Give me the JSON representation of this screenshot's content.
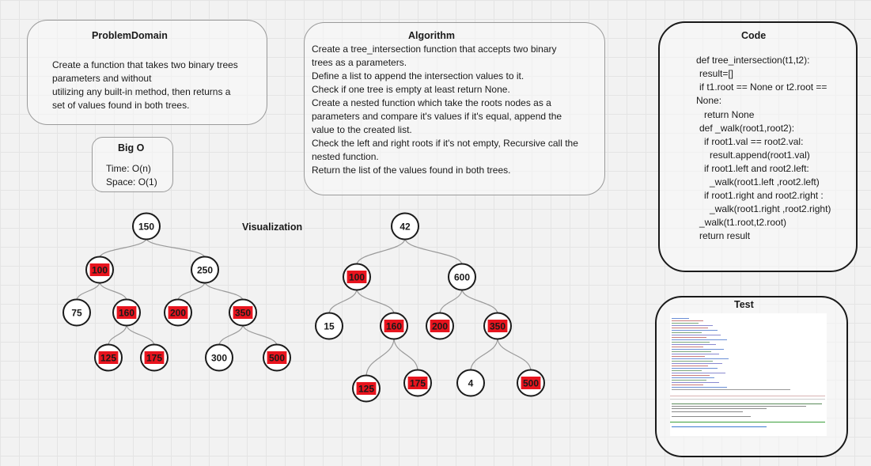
{
  "problem_domain": {
    "title": "ProblemDomain",
    "lines": [
      "Create a function that takes two binary trees",
      "parameters and without",
      "utilizing any built-in method, then returns a",
      "set of values found in both trees."
    ]
  },
  "big_o": {
    "title": "Big O",
    "time": "Time: O(n)",
    "space": "Space: O(1)"
  },
  "algorithm": {
    "title": "Algorithm",
    "lines": [
      "Create a tree_intersection function that accepts two binary",
      "trees as a parameters.",
      "Define a list to append the intersection values to it.",
      "Check if one tree is empty at least return None.",
      "Create a nested function which take the roots nodes as a",
      "parameters and compare it's values if it's equal, append the",
      "value to the created list.",
      "Check the left and right roots if it's not empty, Recursive call the",
      "nested function.",
      "Return the list of the values found in both trees."
    ]
  },
  "code": {
    "title": "Code",
    "lines": [
      "def tree_intersection(t1,t2):",
      "  result=[]",
      "  if t1.root == None or t2.root ==",
      "None:",
      "    return None",
      "  def _walk(root1,root2):",
      "    if root1.val == root2.val:",
      "      result.append(root1.val)",
      "    if root1.left and root2.left:",
      "      _walk(root1.left ,root2.left)",
      "    if root1.right and root2.right :",
      "      _walk(root1.right ,root2.right)",
      "  _walk(t1.root,t2.root)",
      "  return result"
    ]
  },
  "test": {
    "title": "Test"
  },
  "visualization": {
    "label": "Visualization",
    "highlight_color": "#e8141e",
    "tree1": {
      "nodes": [
        {
          "id": "150",
          "label": "150",
          "highlight": false
        },
        {
          "id": "100",
          "label": "100",
          "highlight": true
        },
        {
          "id": "250",
          "label": "250",
          "highlight": false
        },
        {
          "id": "75",
          "label": "75",
          "highlight": false
        },
        {
          "id": "160",
          "label": "160",
          "highlight": true
        },
        {
          "id": "200",
          "label": "200",
          "highlight": true
        },
        {
          "id": "350",
          "label": "350",
          "highlight": true
        },
        {
          "id": "125",
          "label": "125",
          "highlight": true
        },
        {
          "id": "175",
          "label": "175",
          "highlight": true
        },
        {
          "id": "300",
          "label": "300",
          "highlight": false
        },
        {
          "id": "500",
          "label": "500",
          "highlight": true
        }
      ],
      "edges": [
        [
          "150",
          "100"
        ],
        [
          "150",
          "250"
        ],
        [
          "100",
          "75"
        ],
        [
          "100",
          "160"
        ],
        [
          "250",
          "200"
        ],
        [
          "250",
          "350"
        ],
        [
          "160",
          "125"
        ],
        [
          "160",
          "175"
        ],
        [
          "350",
          "300"
        ],
        [
          "350",
          "500"
        ]
      ]
    },
    "tree2": {
      "nodes": [
        {
          "id": "42",
          "label": "42",
          "highlight": false
        },
        {
          "id": "100",
          "label": "100",
          "highlight": true
        },
        {
          "id": "600",
          "label": "600",
          "highlight": false
        },
        {
          "id": "15",
          "label": "15",
          "highlight": false
        },
        {
          "id": "160",
          "label": "160",
          "highlight": true
        },
        {
          "id": "200",
          "label": "200",
          "highlight": true
        },
        {
          "id": "350",
          "label": "350",
          "highlight": true
        },
        {
          "id": "125",
          "label": "125",
          "highlight": true
        },
        {
          "id": "175",
          "label": "175",
          "highlight": true
        },
        {
          "id": "4",
          "label": "4",
          "highlight": false
        },
        {
          "id": "500",
          "label": "500",
          "highlight": true
        }
      ],
      "edges": [
        [
          "42",
          "100"
        ],
        [
          "42",
          "600"
        ],
        [
          "100",
          "15"
        ],
        [
          "100",
          "160"
        ],
        [
          "600",
          "200"
        ],
        [
          "600",
          "350"
        ],
        [
          "160",
          "125"
        ],
        [
          "160",
          "175"
        ],
        [
          "350",
          "4"
        ],
        [
          "350",
          "500"
        ]
      ]
    }
  }
}
